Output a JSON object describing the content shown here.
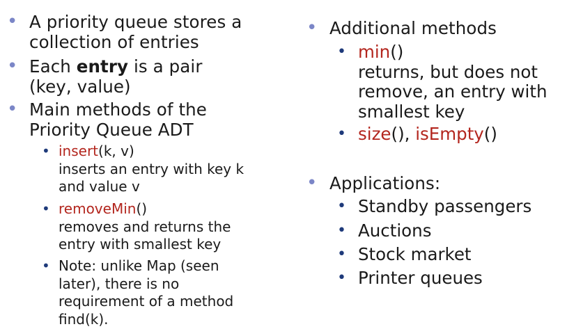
{
  "left": {
    "bullets": [
      {
        "text": "A priority queue stores a\ncollection of entries"
      },
      {
        "prefix": "Each ",
        "bold": "entry",
        "suffix": " is a pair\n(key, value)"
      },
      {
        "text": "Main methods of the\nPriority Queue ADT"
      }
    ],
    "methods": [
      {
        "name": "insert",
        "args": "(k, v)",
        "desc": "inserts an entry with key k\nand value v"
      },
      {
        "name": "removeMin",
        "args": "()",
        "desc": "removes and returns the\nentry with smallest key"
      }
    ],
    "note": "Note: unlike Map (seen\nlater), there is no\nrequirement of a method\nfind(k)."
  },
  "right": {
    "additional": "Additional methods",
    "min": {
      "name": "min",
      "args": "()",
      "desc": "returns, but does not\nremove, an entry with\nsmallest key"
    },
    "size": {
      "name1": "size",
      "mid": "(), ",
      "name2": "isEmpty",
      "end": "()"
    },
    "applications": "Applications:",
    "app_items": [
      "Standby passengers",
      "Auctions",
      "Stock market",
      "Printer queues"
    ]
  }
}
